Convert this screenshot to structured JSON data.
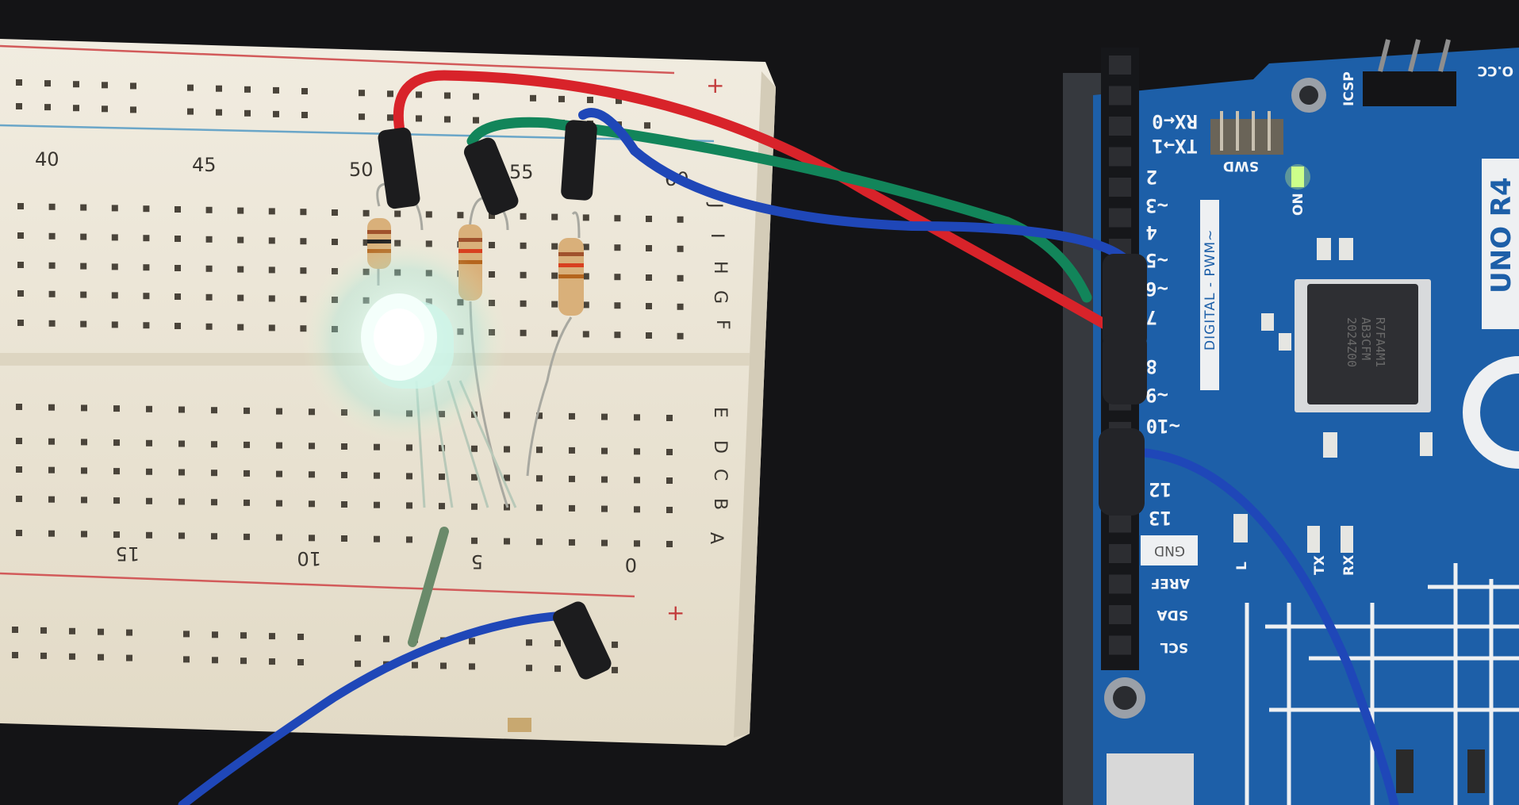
{
  "scene": {
    "colors": {
      "background": "#141416",
      "breadboard": "#ece6d6",
      "board": "#1d5fa8",
      "wire_red": "#d8232a",
      "wire_green": "#12855a",
      "wire_blue": "#1f47b8",
      "led_glow": "#d8fff4"
    }
  },
  "breadboard": {
    "top_columns": [
      "40",
      "45",
      "50",
      "55",
      "60"
    ],
    "bottom_columns": [
      "15",
      "10",
      "5",
      "0"
    ],
    "rows_top": [
      "J",
      "I",
      "H",
      "G",
      "F"
    ],
    "rows_bottom": [
      "E",
      "D",
      "C",
      "B",
      "A"
    ],
    "plus_top": "+",
    "plus_bottom": "+"
  },
  "arduino": {
    "pins": [
      "RX←0",
      "TX→1",
      "2",
      "~3",
      "4",
      "~5",
      "~6",
      "7",
      "8",
      "~9",
      "~10",
      "12",
      "13"
    ],
    "digital_label": "DIGITAL - PWM~",
    "gnd": "GND",
    "aref": "AREF",
    "sda": "SDA",
    "scl": "SCL",
    "icsp": "ICSP",
    "swd": "SWD",
    "on": "ON",
    "led_l": "L",
    "tx": "TX",
    "rx": "RX",
    "model": "UNO R4",
    "chip": [
      "R7FA4M1",
      "AB3CFM",
      "2024Z00"
    ],
    "corner": "O.CC"
  }
}
